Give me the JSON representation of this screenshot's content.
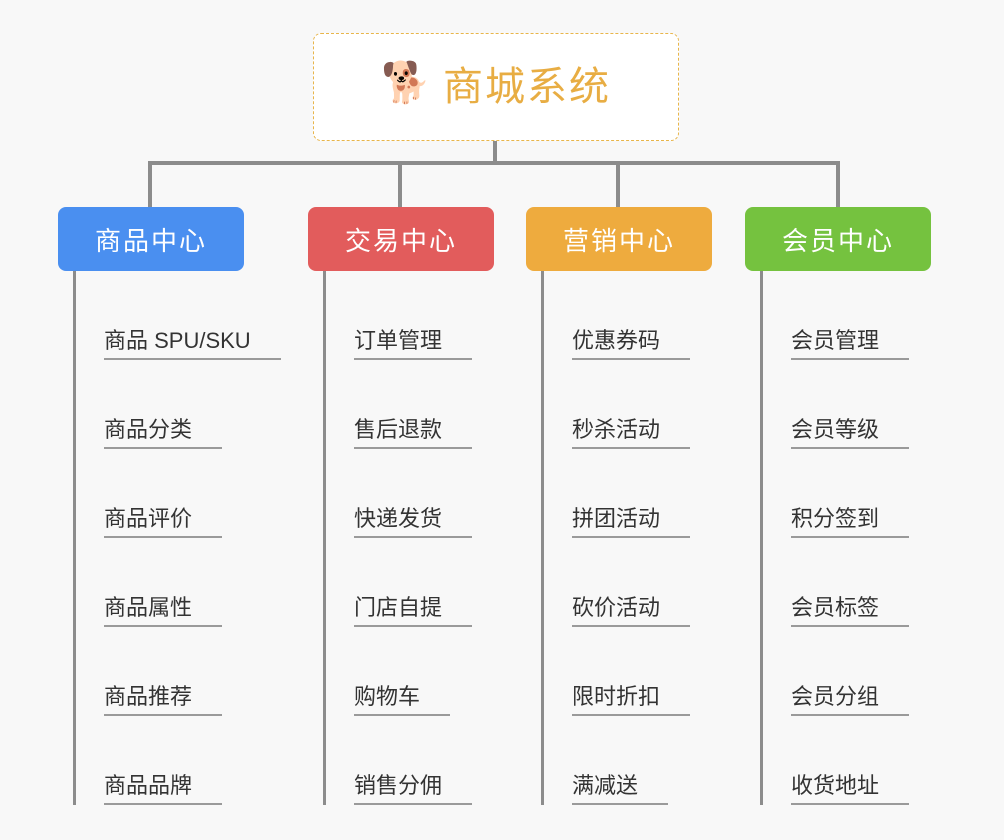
{
  "root": {
    "icon": "shiba-dog-face-emoji",
    "icon_glyph": "🐕",
    "title": "商城系统",
    "title_color": "#e8ad43",
    "border_color": "#e8b54a",
    "background": "#ffffff"
  },
  "canvas": {
    "background": "#f8f8f8",
    "connector_color": "#8c8c8c"
  },
  "categories": [
    {
      "label": "商品中心",
      "color": "#4a8ff0",
      "items": [
        "商品 SPU/SKU",
        "商品分类",
        "商品评价",
        "商品属性",
        "商品推荐",
        "商品品牌"
      ]
    },
    {
      "label": "交易中心",
      "color": "#e25c5c",
      "items": [
        "订单管理",
        "售后退款",
        "快递发货",
        "门店自提",
        "购物车",
        "销售分佣"
      ]
    },
    {
      "label": "营销中心",
      "color": "#eeab3e",
      "items": [
        "优惠券码",
        "秒杀活动",
        "拼团活动",
        "砍价活动",
        "限时折扣",
        "满减送"
      ]
    },
    {
      "label": "会员中心",
      "color": "#75c23f",
      "items": [
        "会员管理",
        "会员等级",
        "积分签到",
        "会员标签",
        "会员分组",
        "收货地址"
      ]
    }
  ]
}
